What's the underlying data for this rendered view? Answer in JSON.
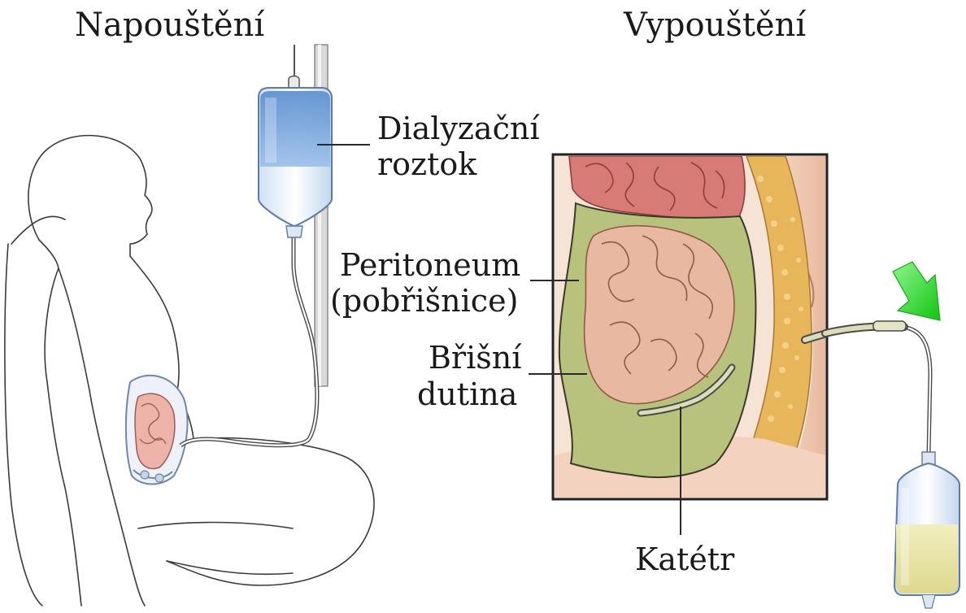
{
  "labels": {
    "inflow_title": "Napouštění",
    "outflow_title": "Vypouštění",
    "dialysis_solution_line1": "Dialyzační",
    "dialysis_solution_line2": "roztok",
    "peritoneum_line1": "Peritoneum",
    "peritoneum_line2": "(pobřišnice)",
    "abdominal_cavity_line1": "Břišní",
    "abdominal_cavity_line2": "dutina",
    "catheter": "Katétr"
  },
  "colors": {
    "bag_fluid_blue": "#6f9fd8",
    "drain_fluid_yellow": "#e8e6a8",
    "peritoneum_green": "#b7c27a",
    "intestine_pink": "#e9a9a0",
    "fat_layer": "#e9b75a",
    "flow_arrow_green": "#33dd33",
    "outline": "#333333"
  }
}
